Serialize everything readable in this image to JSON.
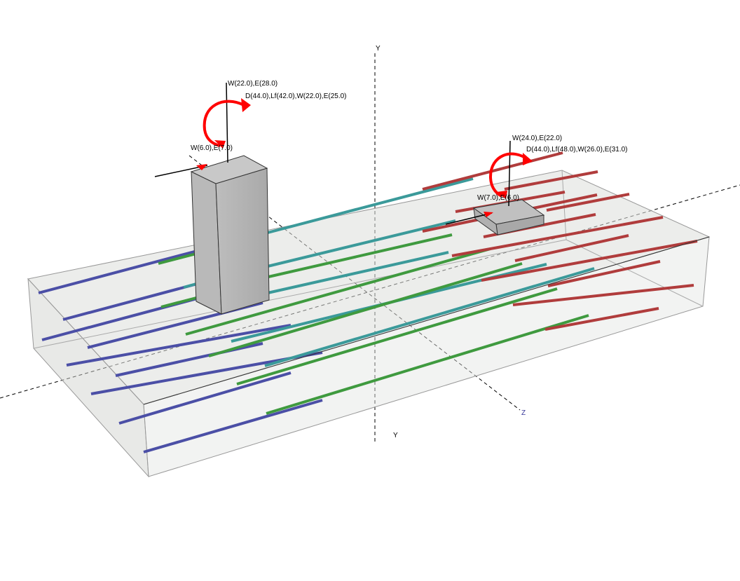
{
  "viewport": {
    "colors": {
      "background": "#ffffff",
      "slab_fill": "#d9dbd6",
      "slab_edge": "#9a9a9a",
      "column": "#b4b4b4",
      "rebar_blue": "#4b4fa6",
      "rebar_teal": "#3b9a9a",
      "rebar_green": "#3f9a3f",
      "rebar_red": "#b03c3c",
      "moment_arrow": "#ff0000",
      "axis_z": "#3a3a9a"
    }
  },
  "axes": {
    "y_top": "Y",
    "y_bottom": "Y",
    "z": "Z"
  },
  "loads": {
    "col1_vertical": "W(22.0),E(28.0)",
    "col1_moment": "D(44.0),Lf(42.0),W(22.0),E(25.0)",
    "col1_horizontal": "W(6.0),E(7.0)",
    "col2_vertical": "W(24.0),E(22.0)",
    "col2_moment": "D(44.0),Lf(48.0),W(26.0),E(31.0)",
    "col2_horizontal": "W(7.0),E(6.0)"
  }
}
